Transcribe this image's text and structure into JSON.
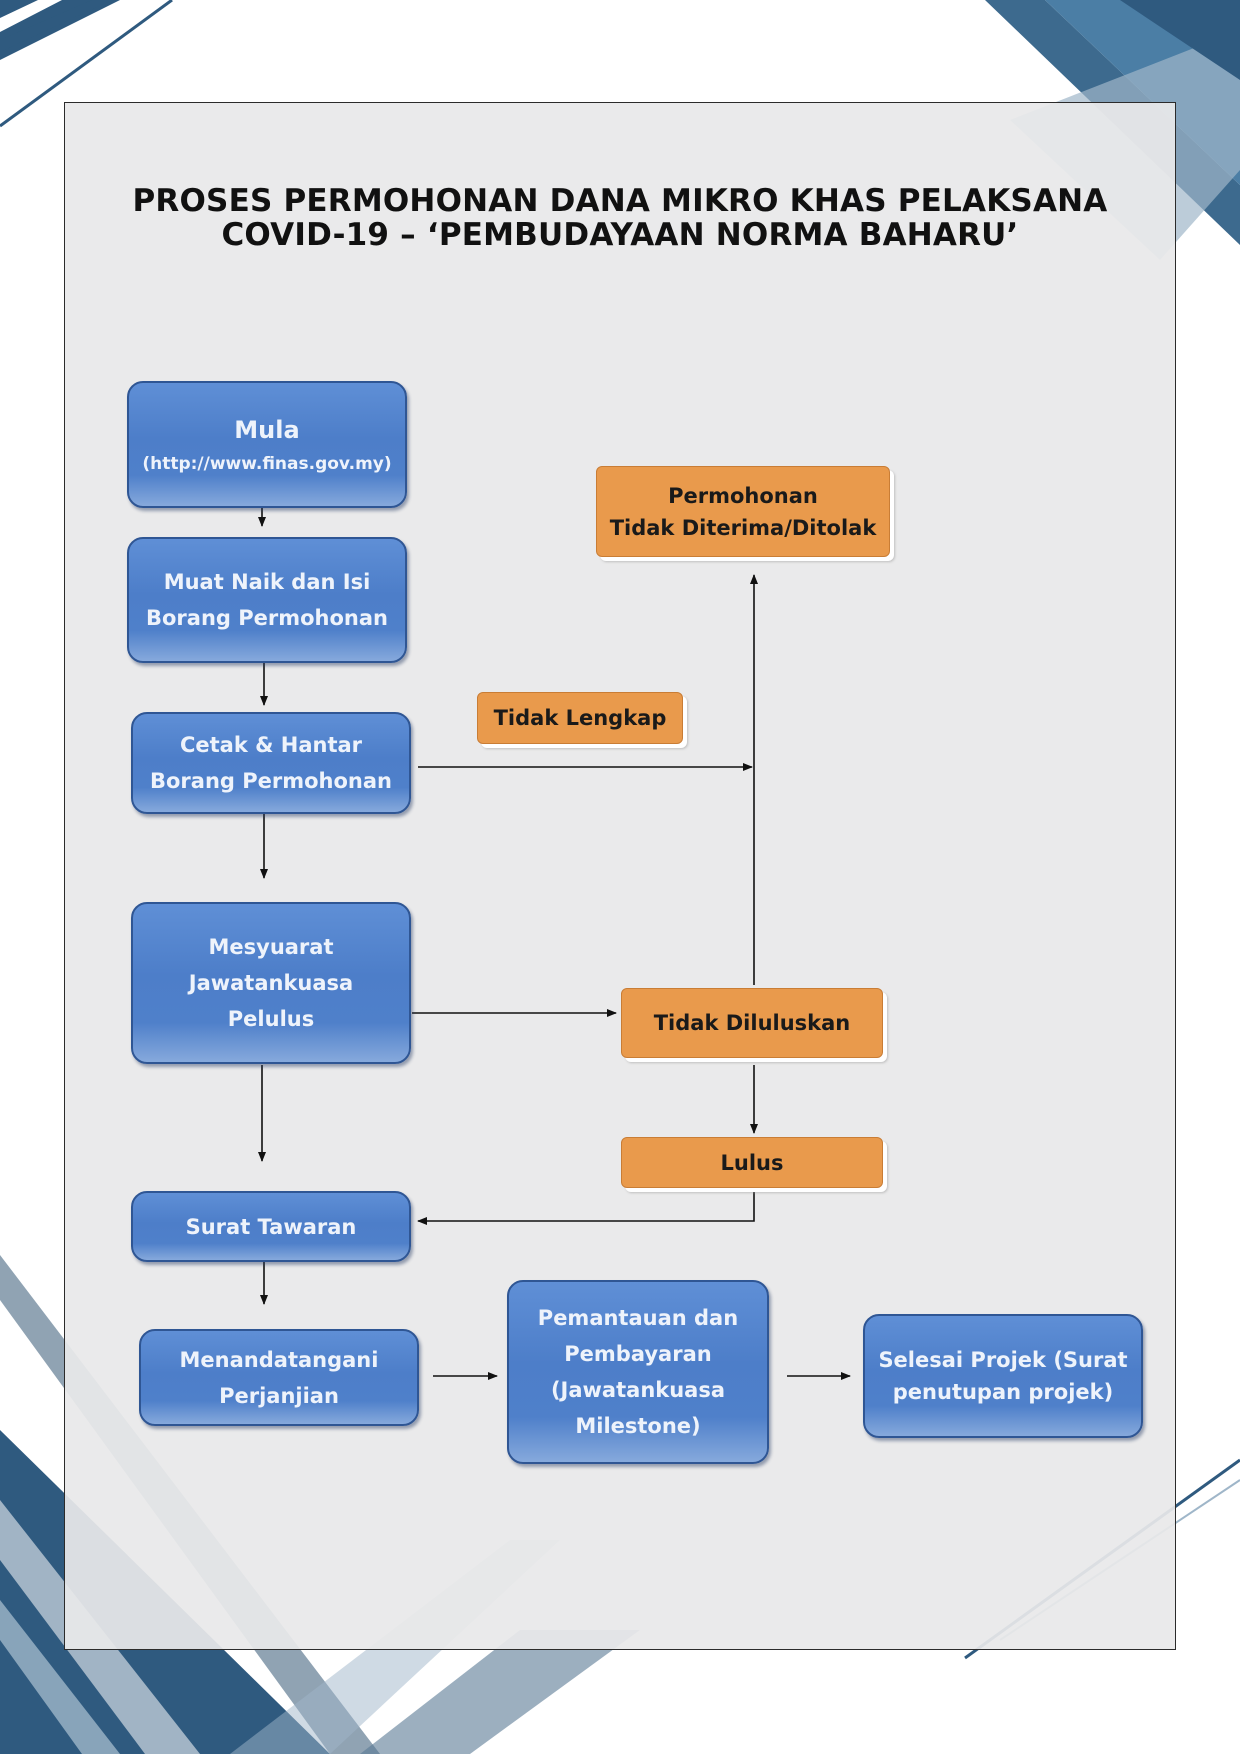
{
  "title": {
    "line1": "PROSES PERMOHONAN DANA MIKRO KHAS PELAKSANA",
    "line2": "COVID-19 – ‘PEMBUDAYAAN NORMA BAHARU’"
  },
  "nodes": {
    "mula": {
      "label": "Mula",
      "sub": "(http://www.finas.gov.my)"
    },
    "muat_naik": {
      "line1": "Muat Naik dan Isi",
      "line2": "Borang Permohonan"
    },
    "cetak": {
      "line1": "Cetak & Hantar",
      "line2": "Borang Permohonan"
    },
    "mesyuarat": {
      "line1": "Mesyuarat",
      "line2": "Jawatankuasa",
      "line3": "Pelulus"
    },
    "surat_tawaran": {
      "label": "Surat Tawaran"
    },
    "menandatangani": {
      "line1": "Menandatangani",
      "line2": "Perjanjian"
    },
    "pemantauan": {
      "line1": "Pemantauan dan",
      "line2": "Pembayaran",
      "line3": "(Jawatankuasa",
      "line4": "Milestone)"
    },
    "selesai": {
      "line1": "Selesai Projek (Surat",
      "line2": "penutupan projek)"
    },
    "permohonan_ditolak": {
      "line1": "Permohonan",
      "line2": "Tidak Diterima/Ditolak"
    },
    "tidak_lengkap": {
      "label": "Tidak Lengkap"
    },
    "tidak_diluluskan": {
      "label": "Tidak Diluluskan"
    },
    "lulus": {
      "label": "Lulus"
    }
  },
  "colors": {
    "process_box": "#4f80ca",
    "process_border": "#2f5694",
    "outcome_box": "#e99a4c",
    "connector": "#111111",
    "decor_dark": "#2f5a7f",
    "decor_light": "#9fb6c9"
  }
}
